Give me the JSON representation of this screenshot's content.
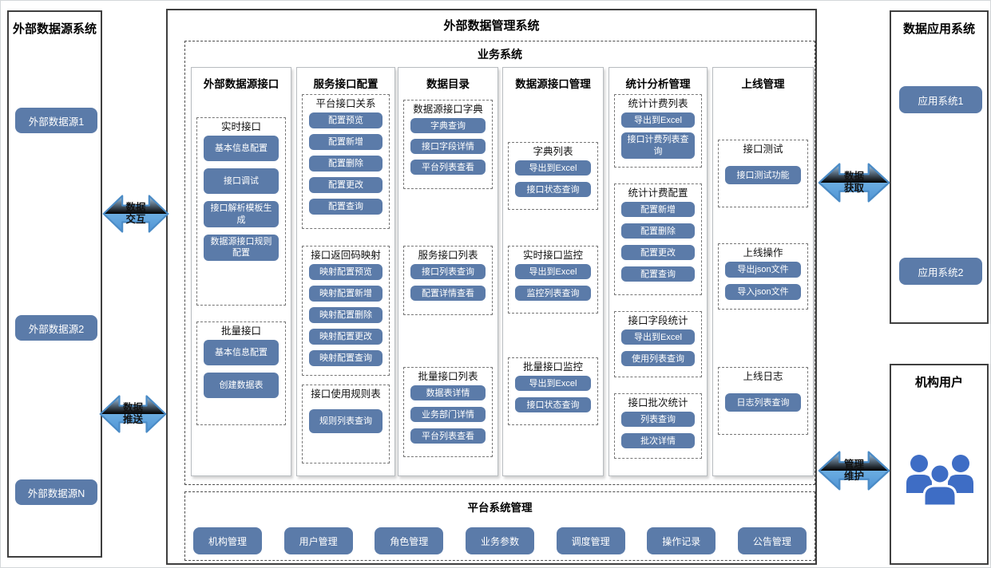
{
  "left_panel": {
    "title": "外部数据源系统",
    "nodes": [
      "外部数据源1",
      "外部数据源2",
      "外部数据源N"
    ]
  },
  "management_system": {
    "title": "外部数据管理系统",
    "business_system": {
      "title": "业务系统",
      "columns": [
        {
          "title": "外部数据源接口",
          "groups": [
            {
              "title": "实时接口",
              "buttons": [
                "基本信息配置",
                "接口调试",
                "接口解析模板生成",
                "数据源接口规则配置"
              ]
            },
            {
              "title": "批量接口",
              "buttons": [
                "基本信息配置",
                "创建数据表"
              ]
            }
          ]
        },
        {
          "title": "服务接口配置",
          "groups": [
            {
              "title": "平台接口关系",
              "buttons": [
                "配置预览",
                "配置新增",
                "配置删除",
                "配置更改",
                "配置查询"
              ]
            },
            {
              "title": "接口返回码映射",
              "buttons": [
                "映射配置预览",
                "映射配置新增",
                "映射配置删除",
                "映射配置更改",
                "映射配置查询"
              ]
            },
            {
              "title": "接口使用规则表",
              "buttons": [
                "规则列表查询"
              ]
            }
          ]
        },
        {
          "title": "数据目录",
          "groups": [
            {
              "title": "数据源接口字典",
              "buttons": [
                "字典查询",
                "接口字段详情",
                "平台列表查看"
              ]
            },
            {
              "title": "服务接口列表",
              "buttons": [
                "接口列表查询",
                "配置详情查看"
              ]
            },
            {
              "title": "批量接口列表",
              "buttons": [
                "数据表详情",
                "业务部门详情",
                "平台列表查看"
              ]
            }
          ]
        },
        {
          "title": "数据源接口管理",
          "groups": [
            {
              "title": "字典列表",
              "buttons": [
                "导出到Excel",
                "接口状态查询"
              ]
            },
            {
              "title": "实时接口监控",
              "buttons": [
                "导出到Excel",
                "监控列表查询"
              ]
            },
            {
              "title": "批量接口监控",
              "buttons": [
                "导出到Excel",
                "接口状态查询"
              ]
            }
          ]
        },
        {
          "title": "统计分析管理",
          "groups": [
            {
              "title": "统计计费列表",
              "buttons": [
                "导出到Excel",
                "接口计费列表查询"
              ]
            },
            {
              "title": "统计计费配置",
              "buttons": [
                "配置新增",
                "配置删除",
                "配置更改",
                "配置查询"
              ]
            },
            {
              "title": "接口字段统计",
              "buttons": [
                "导出到Excel",
                "使用列表查询"
              ]
            },
            {
              "title": "接口批次统计",
              "buttons": [
                "列表查询",
                "批次详情"
              ]
            }
          ]
        },
        {
          "title": "上线管理",
          "groups": [
            {
              "title": "接口测试",
              "buttons": [
                "接口测试功能"
              ]
            },
            {
              "title": "上线操作",
              "buttons": [
                "导出json文件",
                "导入json文件"
              ]
            },
            {
              "title": "上线日志",
              "buttons": [
                "日志列表查询"
              ]
            }
          ]
        }
      ]
    },
    "platform_management": {
      "title": "平台系统管理",
      "buttons": [
        "机构管理",
        "用户管理",
        "角色管理",
        "业务参数",
        "调度管理",
        "操作记录",
        "公告管理"
      ]
    }
  },
  "app_system_panel": {
    "title": "数据应用系统",
    "nodes": [
      "应用系统1",
      "应用系统2"
    ]
  },
  "org_user_panel": {
    "title": "机构用户",
    "icon": "users-icon"
  },
  "arrows": [
    {
      "label": "数据\n交互"
    },
    {
      "label": "数据\n推送"
    },
    {
      "label": "数据\n获取"
    },
    {
      "label": "管理\n维护"
    }
  ],
  "colors": {
    "button": "#5b7ba9",
    "arrow_fill": "#6badE1",
    "arrow_border": "#4a8bc6",
    "users_icon": "#3e6dc5"
  }
}
